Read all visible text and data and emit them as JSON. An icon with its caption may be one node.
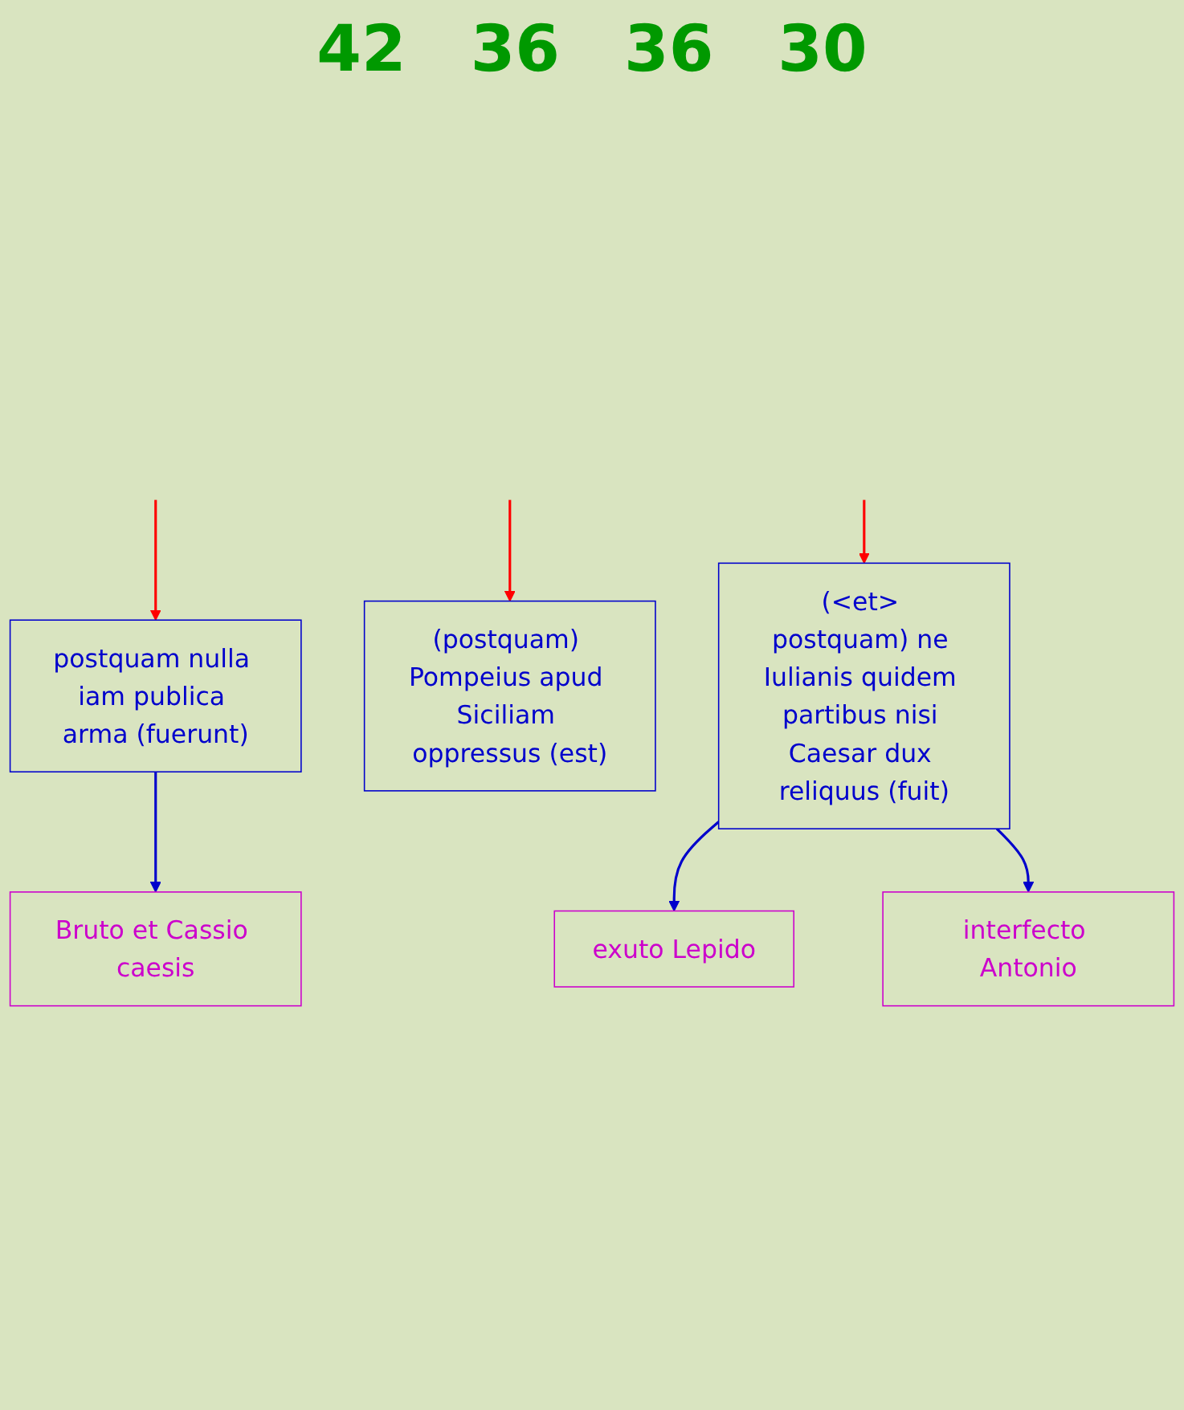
{
  "diagram": {
    "nodes": [
      {
        "text": [
          "postquam nulla iam publica arma (fuerunt)"
        ]
      },
      {
        "text": [
          "(postquam) Pompeius apud Siciliam oppressus (est)"
        ]
      },
      {
        "text": [
          "(<et> postquam) ne Iulianis quidem partibus nisi Caesar dux reliquus (fuit)"
        ]
      },
      {
        "text": [
          "Bruto et Cassio caesis"
        ]
      },
      {
        "text": [
          "exuto Lepido"
        ]
      },
      {
        "text": [
          "interfecto Antonio"
        ]
      }
    ],
    "edges": [
      {
        "from": null,
        "to": 0,
        "arrow": "to",
        "color": "#ff0000"
      },
      {
        "from": null,
        "to": 1,
        "arrow": "to",
        "color": "#ff0000"
      },
      {
        "from": null,
        "to": 2,
        "arrow": "to",
        "color": "#ff0000"
      },
      {
        "from": 0,
        "to": 3,
        "arrow": "to",
        "color": "#0000cc"
      },
      {
        "from": 2,
        "to": 4,
        "arrow": "to",
        "color": "#0000cc"
      },
      {
        "from": 2,
        "to": 5,
        "arrow": "to",
        "color": "#0000cc"
      }
    ],
    "labels": [
      "42",
      "36",
      "36",
      "30"
    ]
  }
}
